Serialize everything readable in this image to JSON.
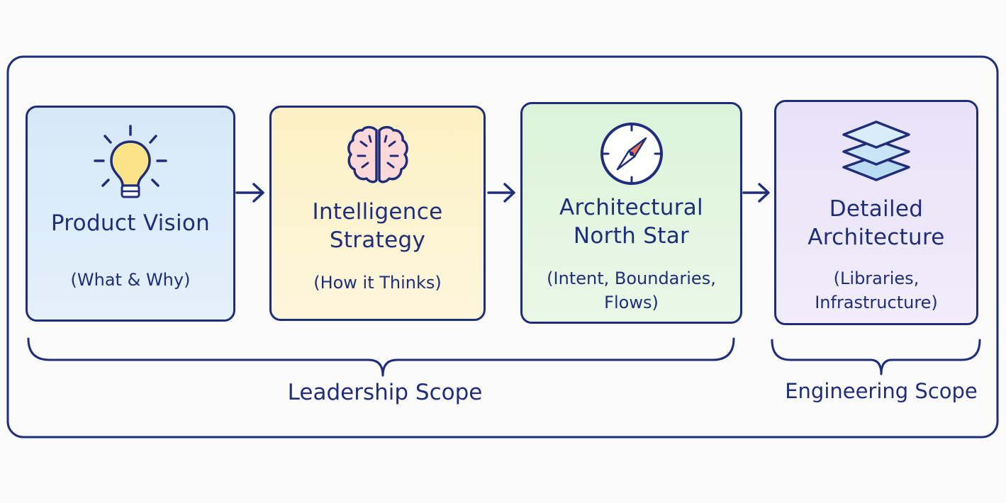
{
  "colors": {
    "ink": "#1f2d7a",
    "vision_fill": "#dbeaf8",
    "strategy_fill": "#fcf3cf",
    "northstar_fill": "#e2f5df",
    "detailed_fill": "#ebe6f8",
    "bulb_fill": "#fbe38a",
    "compass_needle": "#e8715a"
  },
  "cards": [
    {
      "title": "Product Vision",
      "subtitle": "(What & Why)",
      "icon": "lightbulb-icon"
    },
    {
      "title": "Intelligence\nStrategy",
      "subtitle": "(How it Thinks)",
      "icon": "brain-icon"
    },
    {
      "title": "Architectural\nNorth Star",
      "subtitle": "(Intent, Boundaries,\nFlows)",
      "icon": "compass-icon"
    },
    {
      "title": "Detailed\nArchitecture",
      "subtitle": "(Libraries,\nInfrastructure)",
      "icon": "layers-icon"
    }
  ],
  "scopes": {
    "leadership": "Leadership Scope",
    "engineering": "Engineering Scope"
  }
}
